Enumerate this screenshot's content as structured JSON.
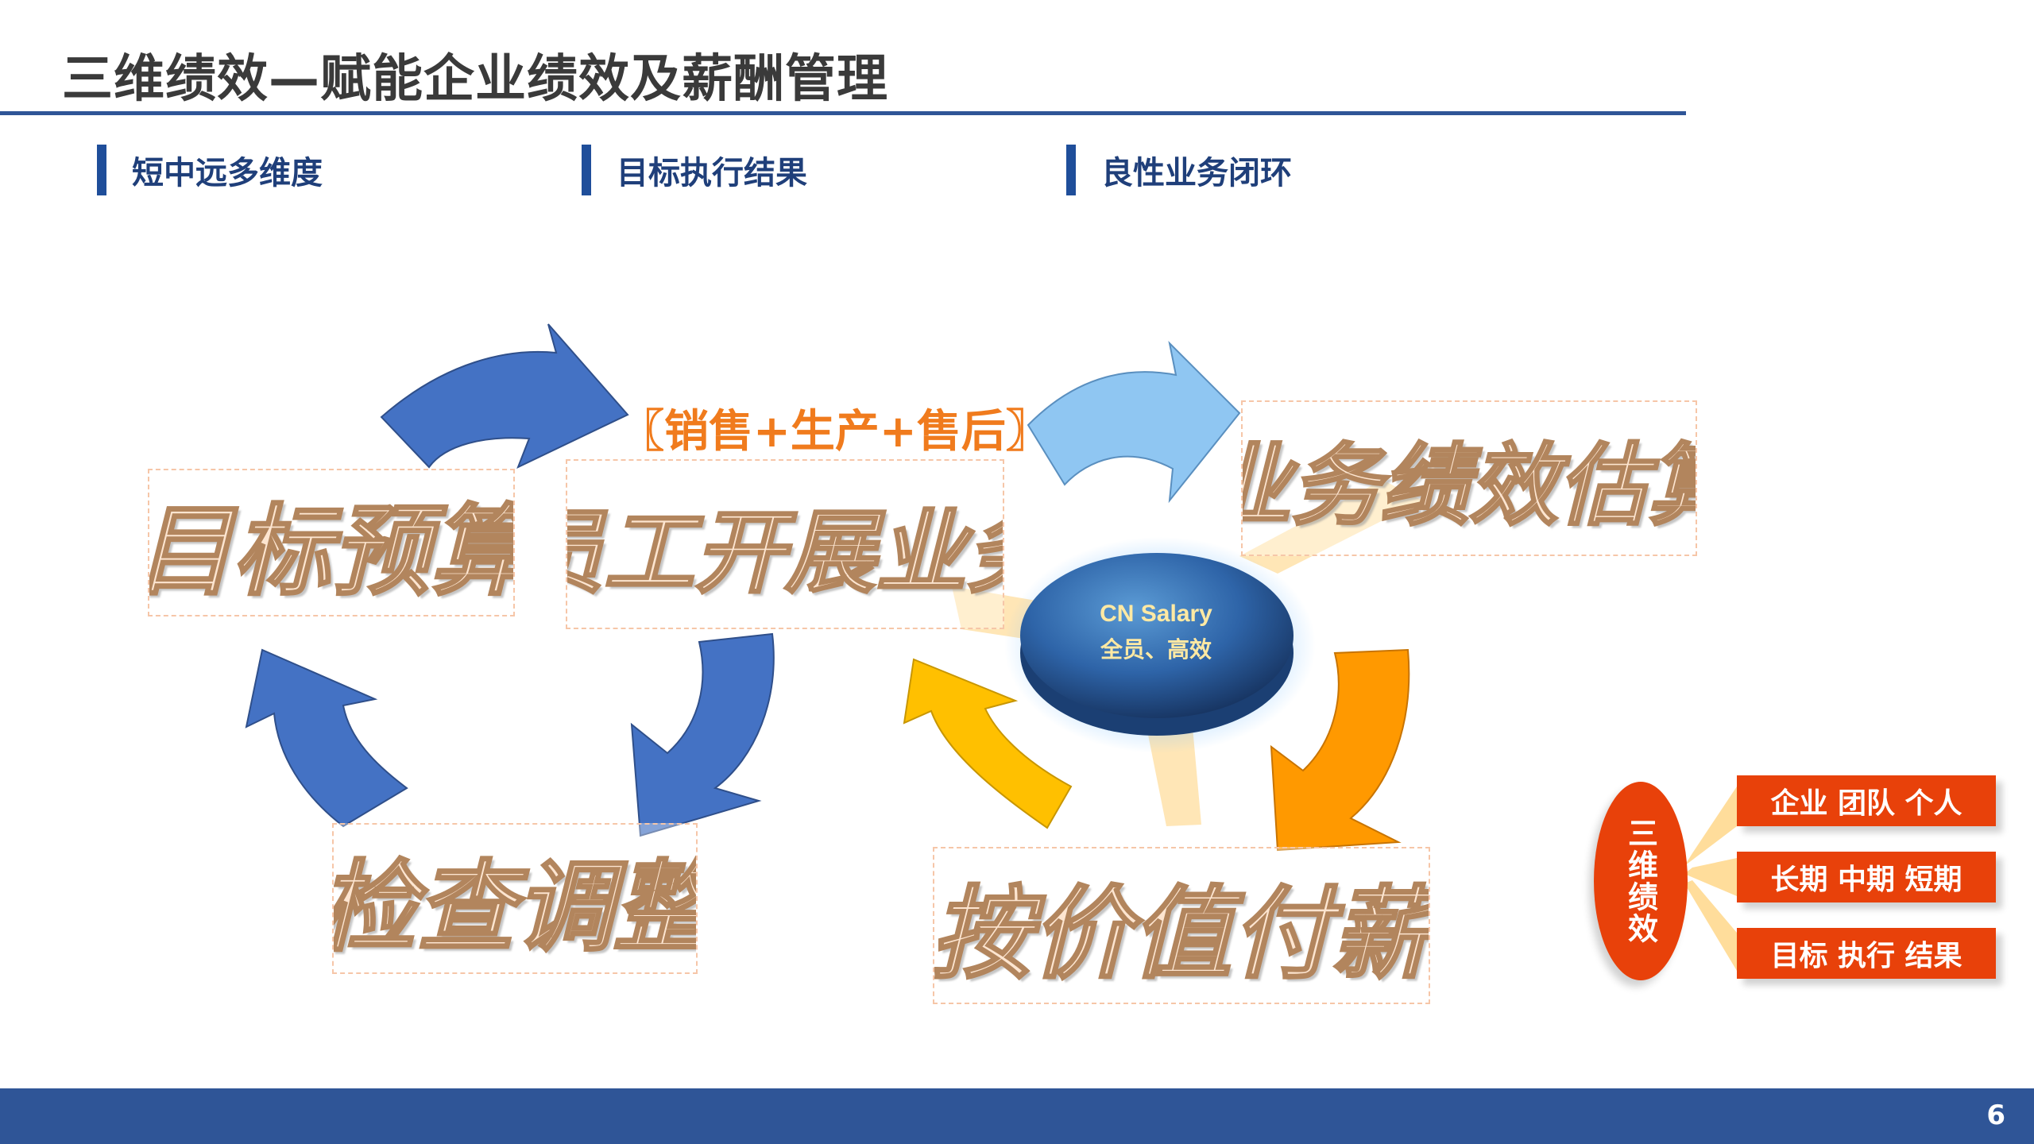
{
  "title": "三维绩效—赋能企业绩效及薪酬管理",
  "sections": [
    {
      "label": "短中远多维度"
    },
    {
      "label": "目标执行结果"
    },
    {
      "label": "良性业务闭环"
    }
  ],
  "cycle": {
    "banner": "〖销售+生产+售后〗",
    "stages": {
      "goal_budget": "目标预算",
      "employee_business": "员工开展业务",
      "inspect_adjust": "检查调整",
      "performance_estimate": "业务绩效估算",
      "pay_by_value": "按价值付薪"
    },
    "center": {
      "line1": "CN Salary",
      "line2": "全员、高效"
    }
  },
  "dimensions": {
    "root": "三维绩效",
    "items": [
      {
        "label": "企业 团队 个人"
      },
      {
        "label": "长期 中期 短期"
      },
      {
        "label": "目标 执行 结果"
      }
    ]
  },
  "colors": {
    "accent": "#2f5597",
    "blue_arrow": "#4472c4",
    "light_blue_arrow": "#8fc6f2",
    "yellow_arrow": "#ffc000",
    "orange_arrow": "#ff9900",
    "orange_label": "#e8410a"
  },
  "footer": {
    "page_number": "6"
  }
}
